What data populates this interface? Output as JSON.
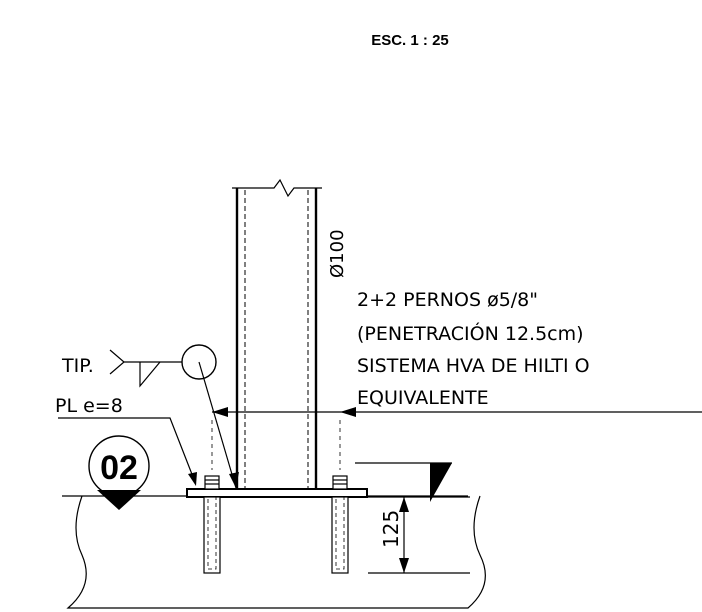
{
  "scale_label": "ESC. 1 : 25",
  "column": {
    "size_label": "Ø100"
  },
  "bolt_note": {
    "line1": "2+2 PERNOS ø5/8\"",
    "line2": "(PENETRACIÓN 12.5cm)",
    "line3": "SISTEMA HVA DE HILTI O",
    "line4": "EQUIVALENTE"
  },
  "weld_label": "TIP.",
  "plate_label": "PL e=8",
  "section_marker": "02",
  "dimension_label": "125"
}
